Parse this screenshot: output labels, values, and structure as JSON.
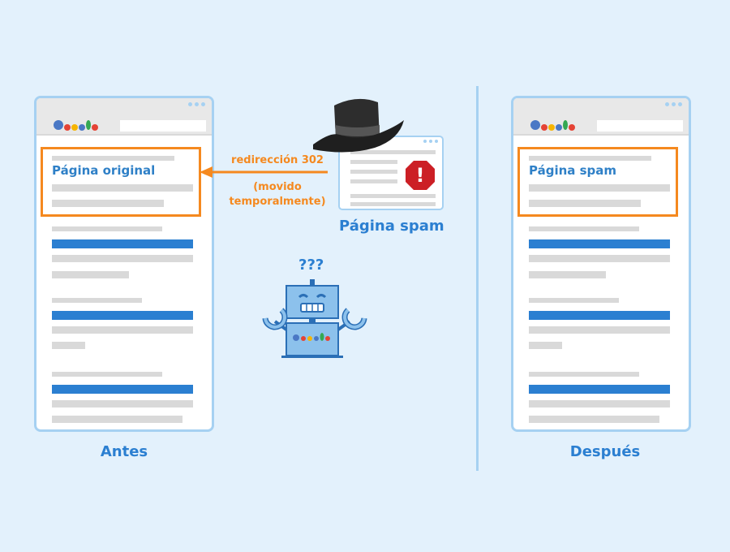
{
  "before": {
    "result_title": "Página original",
    "caption": "Antes"
  },
  "after": {
    "result_title": "Página spam",
    "caption": "Después"
  },
  "redirect": {
    "line1": "redirección 302",
    "line2": "(movido",
    "line3": "temporalmente)"
  },
  "spam_page": {
    "label": "Página spam",
    "warning_symbol": "!"
  },
  "robot": {
    "question_marks": "???"
  },
  "icons": {
    "hat": "black-hat-icon",
    "warning": "warning-octagon-icon",
    "robot": "googlebot-robot-icon",
    "logo": "google-dots-logo-icon"
  },
  "colors": {
    "background": "#e3f1fc",
    "frame": "#a6d1f2",
    "accent_blue": "#2b7fd1",
    "highlight_orange": "#f5891f",
    "warning_red": "#cc1f25",
    "placeholder_gray": "#d9d9d9"
  }
}
